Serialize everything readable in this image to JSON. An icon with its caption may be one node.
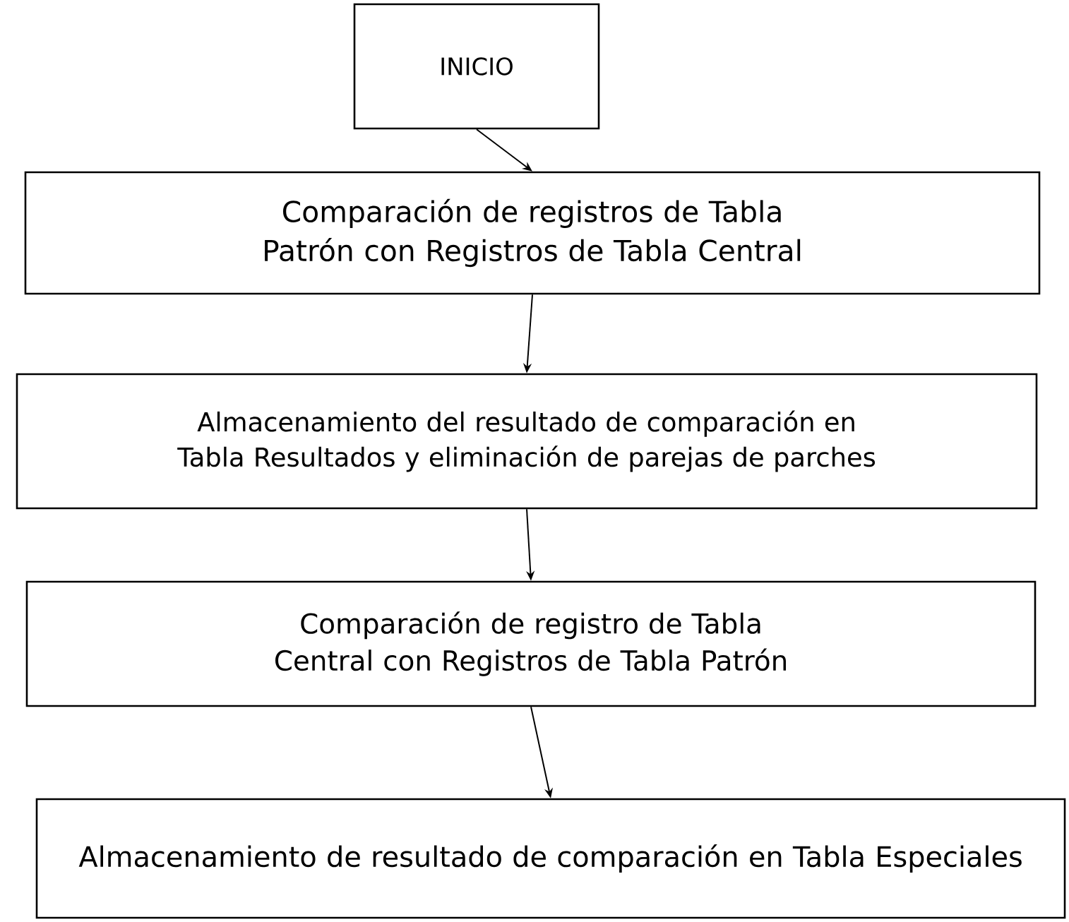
{
  "diagram": {
    "nodes": [
      {
        "text": [
          "INICIO"
        ]
      },
      {
        "text": [
          "Comparación de registros de Tabla Patrón con Registros de Tabla Central"
        ]
      },
      {
        "text": [
          "Almacenamiento del resultado de comparación en Tabla Resultados y eliminación de parejas de parches"
        ]
      },
      {
        "text": [
          "Comparación de registro de Tabla Central con Registros de Tabla Patrón"
        ]
      },
      {
        "text": [
          "Almacenamiento de resultado de comparación en Tabla Especiales"
        ]
      }
    ],
    "edges": [
      {
        "from": 0,
        "to": 1,
        "arrow": "to"
      },
      {
        "from": 1,
        "to": 2,
        "arrow": "to"
      },
      {
        "from": 2,
        "to": 3,
        "arrow": "to"
      },
      {
        "from": 3,
        "to": 4,
        "arrow": "to"
      }
    ]
  }
}
